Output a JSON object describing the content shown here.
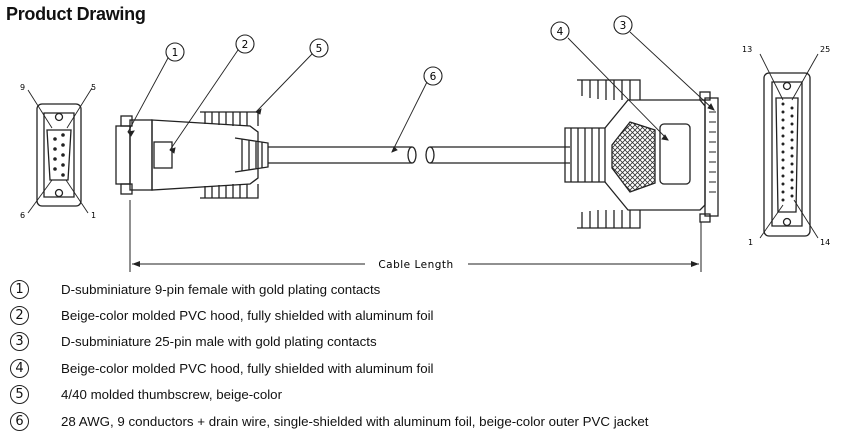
{
  "title": "Product Drawing",
  "callouts": [
    "1",
    "2",
    "5",
    "6",
    "4",
    "3"
  ],
  "pin_labels": {
    "left_top_left": "9",
    "left_top_right": "5",
    "left_bottom_left": "6",
    "left_bottom_right": "1",
    "right_top_left": "13",
    "right_top_right": "25",
    "right_bottom_left": "1",
    "right_bottom_right": "14"
  },
  "cable_length_label": "Cable Length",
  "legend": [
    {
      "num": "1",
      "text": "D-subminiature 9-pin female with gold plating contacts"
    },
    {
      "num": "2",
      "text": "Beige-color molded PVC hood, fully shielded with aluminum foil"
    },
    {
      "num": "3",
      "text": "D-subminiature 25-pin male with gold plating contacts"
    },
    {
      "num": "4",
      "text": "Beige-color molded PVC hood, fully shielded with aluminum foil"
    },
    {
      "num": "5",
      "text": "4/40 molded thumbscrew, beige-color"
    },
    {
      "num": "6",
      "text": "28 AWG, 9 conductors + drain wire, single-shielded with aluminum foil, beige-color outer PVC jacket"
    }
  ]
}
